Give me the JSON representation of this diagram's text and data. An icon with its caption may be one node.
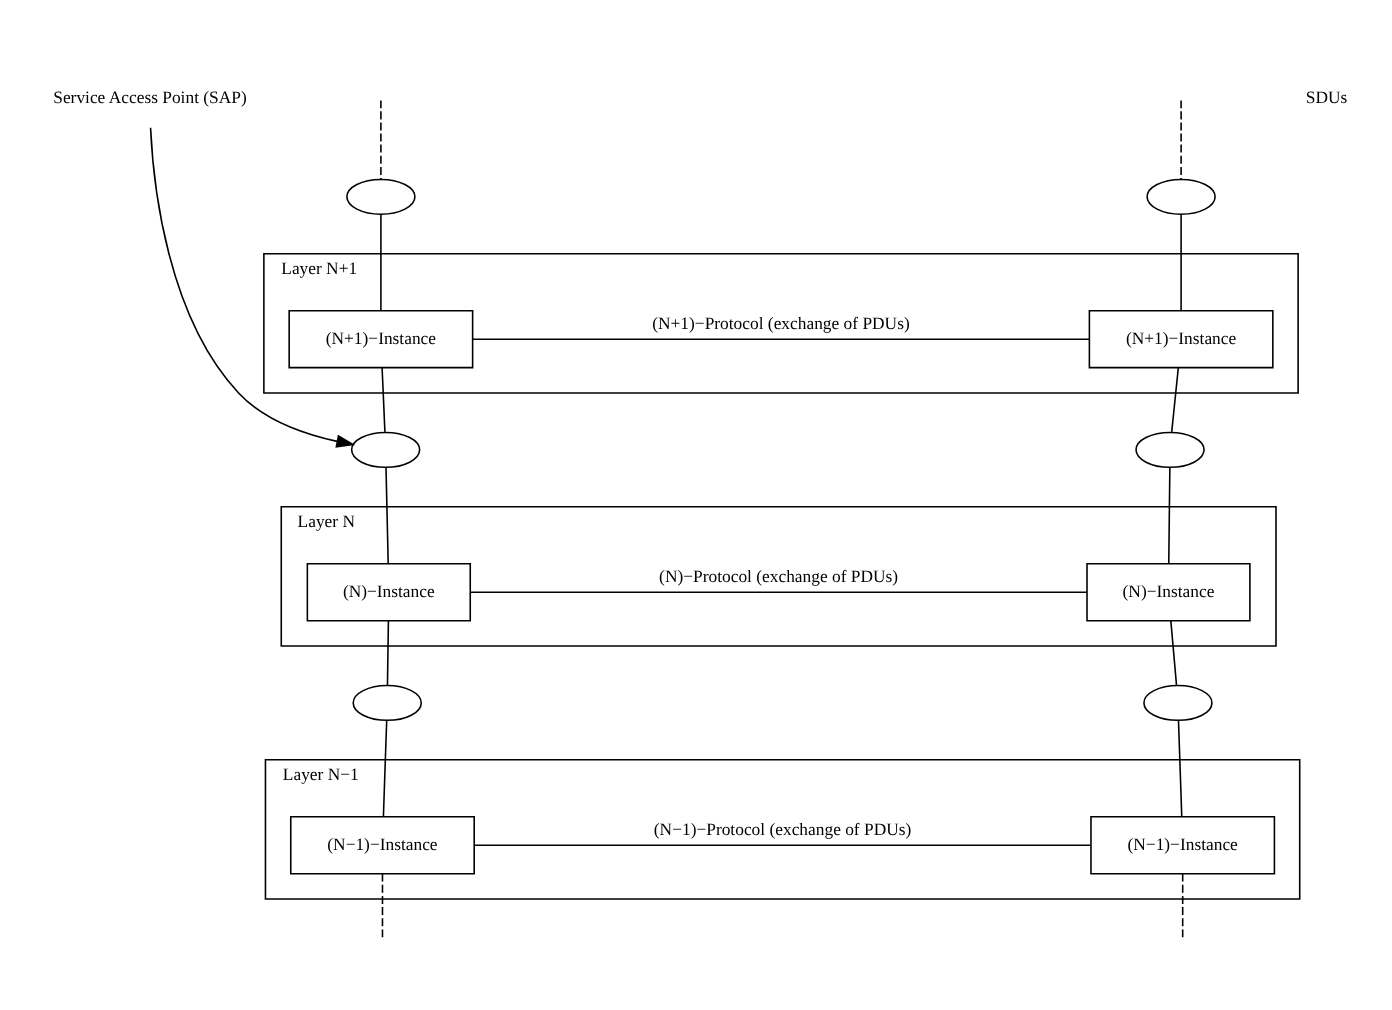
{
  "diagram": {
    "nodes": [
      {
        "text": [
          "Layer N+1"
        ]
      },
      {
        "text": [],
        "shape": "ellipse"
      },
      {
        "text": [],
        "shape": "ellipse"
      },
      {
        "text": [
          "(N+1)−Instance"
        ],
        "in": 0
      },
      {
        "text": [
          "(N+1)−Instance"
        ],
        "in": 0
      },
      {
        "text": [
          "Service Access Point (SAP)"
        ]
      },
      {
        "text": [
          "Layer N"
        ]
      },
      {
        "text": [],
        "shape": "ellipse"
      },
      {
        "text": [],
        "shape": "ellipse"
      },
      {
        "text": [
          "(N)−Instance"
        ],
        "in": 6
      },
      {
        "text": [
          "(N)−Instance"
        ],
        "in": 6
      },
      {
        "text": [
          "Layer N−1"
        ]
      },
      {
        "text": [],
        "shape": "ellipse"
      },
      {
        "text": [],
        "shape": "ellipse"
      },
      {
        "text": [
          "(N−1)−Instance"
        ],
        "in": 11
      },
      {
        "text": [
          "(N−1)−Instance"
        ],
        "in": 11
      }
    ],
    "edges": [
      {
        "from": null,
        "to": 1,
        "arrow": "none",
        "style": "dashed"
      },
      {
        "from": null,
        "to": 2,
        "arrow": "none",
        "style": "dashed"
      },
      {
        "from": 1,
        "to": 3,
        "arrow": "none"
      },
      {
        "from": 2,
        "to": 4,
        "arrow": "none"
      },
      {
        "from": 3,
        "to": 4,
        "arrow": "none",
        "label": "(N+1)−Protocol (exchange of PDUs)"
      },
      {
        "from": 3,
        "to": 7,
        "arrow": "none"
      },
      {
        "from": 4,
        "to": 8,
        "arrow": "none"
      },
      {
        "from": 5,
        "to": 7,
        "arrow": "to"
      },
      {
        "from": 7,
        "to": 9,
        "arrow": "none"
      },
      {
        "from": 8,
        "to": 10,
        "arrow": "none"
      },
      {
        "from": 9,
        "to": 10,
        "arrow": "none",
        "label": "(N)−Protocol (exchange of PDUs)"
      },
      {
        "from": 9,
        "to": 12,
        "arrow": "none"
      },
      {
        "from": 10,
        "to": 13,
        "arrow": "none"
      },
      {
        "from": 12,
        "to": 14,
        "arrow": "none"
      },
      {
        "from": 13,
        "to": 15,
        "arrow": "none"
      },
      {
        "from": 14,
        "to": 15,
        "arrow": "none",
        "label": "(N−1)−Protocol (exchange of PDUs)"
      },
      {
        "from": 14,
        "to": null,
        "arrow": "none",
        "style": "dashed"
      },
      {
        "from": 15,
        "to": null,
        "arrow": "none",
        "style": "dashed"
      }
    ],
    "labels": [
      "SDUs"
    ]
  }
}
